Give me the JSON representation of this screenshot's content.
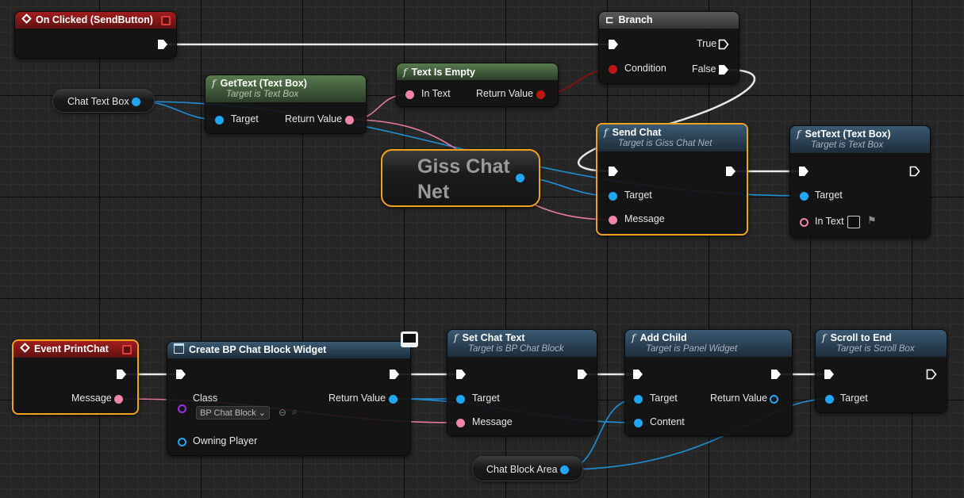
{
  "nodes": {
    "on_clicked": {
      "title": "On Clicked (SendButton)"
    },
    "branch": {
      "title": "Branch",
      "true_label": "True",
      "condition_label": "Condition",
      "false_label": "False"
    },
    "text_is_empty": {
      "title": "Text Is Empty",
      "in_label": "In Text",
      "out_label": "Return Value"
    },
    "get_text": {
      "title": "GetText (Text Box)",
      "subtitle": "Target is Text Box",
      "target_label": "Target",
      "return_label": "Return Value"
    },
    "chat_text_box": {
      "label": "Chat Text Box"
    },
    "giss_chat_net": {
      "label": "Giss Chat Net"
    },
    "send_chat": {
      "title": "Send Chat",
      "subtitle": "Target is Giss Chat Net",
      "target_label": "Target",
      "message_label": "Message"
    },
    "set_text": {
      "title": "SetText (Text Box)",
      "subtitle": "Target is Text Box",
      "target_label": "Target",
      "in_text_label": "In Text"
    },
    "event_print_chat": {
      "title": "Event PrintChat",
      "message_label": "Message"
    },
    "create_widget": {
      "title": "Create BP Chat Block Widget",
      "class_label": "Class",
      "class_value": "BP Chat Block",
      "owning_label": "Owning Player",
      "return_label": "Return Value"
    },
    "set_chat_text": {
      "title": "Set Chat Text",
      "subtitle": "Target is BP Chat Block",
      "target_label": "Target",
      "message_label": "Message"
    },
    "add_child": {
      "title": "Add Child",
      "subtitle": "Target is Panel Widget",
      "target_label": "Target",
      "content_label": "Content",
      "return_label": "Return Value"
    },
    "scroll_to_end": {
      "title": "Scroll to End",
      "subtitle": "Target is Scroll Box",
      "target_label": "Target"
    },
    "chat_block_area": {
      "label": "Chat Block Area"
    }
  },
  "colors": {
    "exec": "#ffffff",
    "object_pin": "#22a6f2",
    "text_pin": "#ef86a9",
    "bool_pin": "#c01515",
    "class_pin": "#9b30e8",
    "selection": "#f1a21c"
  },
  "icons": [
    "event-diamond-icon",
    "function-icon",
    "branch-icon",
    "widget-icon",
    "stop-icon",
    "exec-arrow-icon",
    "flag-icon",
    "monitor-icon",
    "dropdown-chevron-icon",
    "browse-icon",
    "search-icon"
  ]
}
